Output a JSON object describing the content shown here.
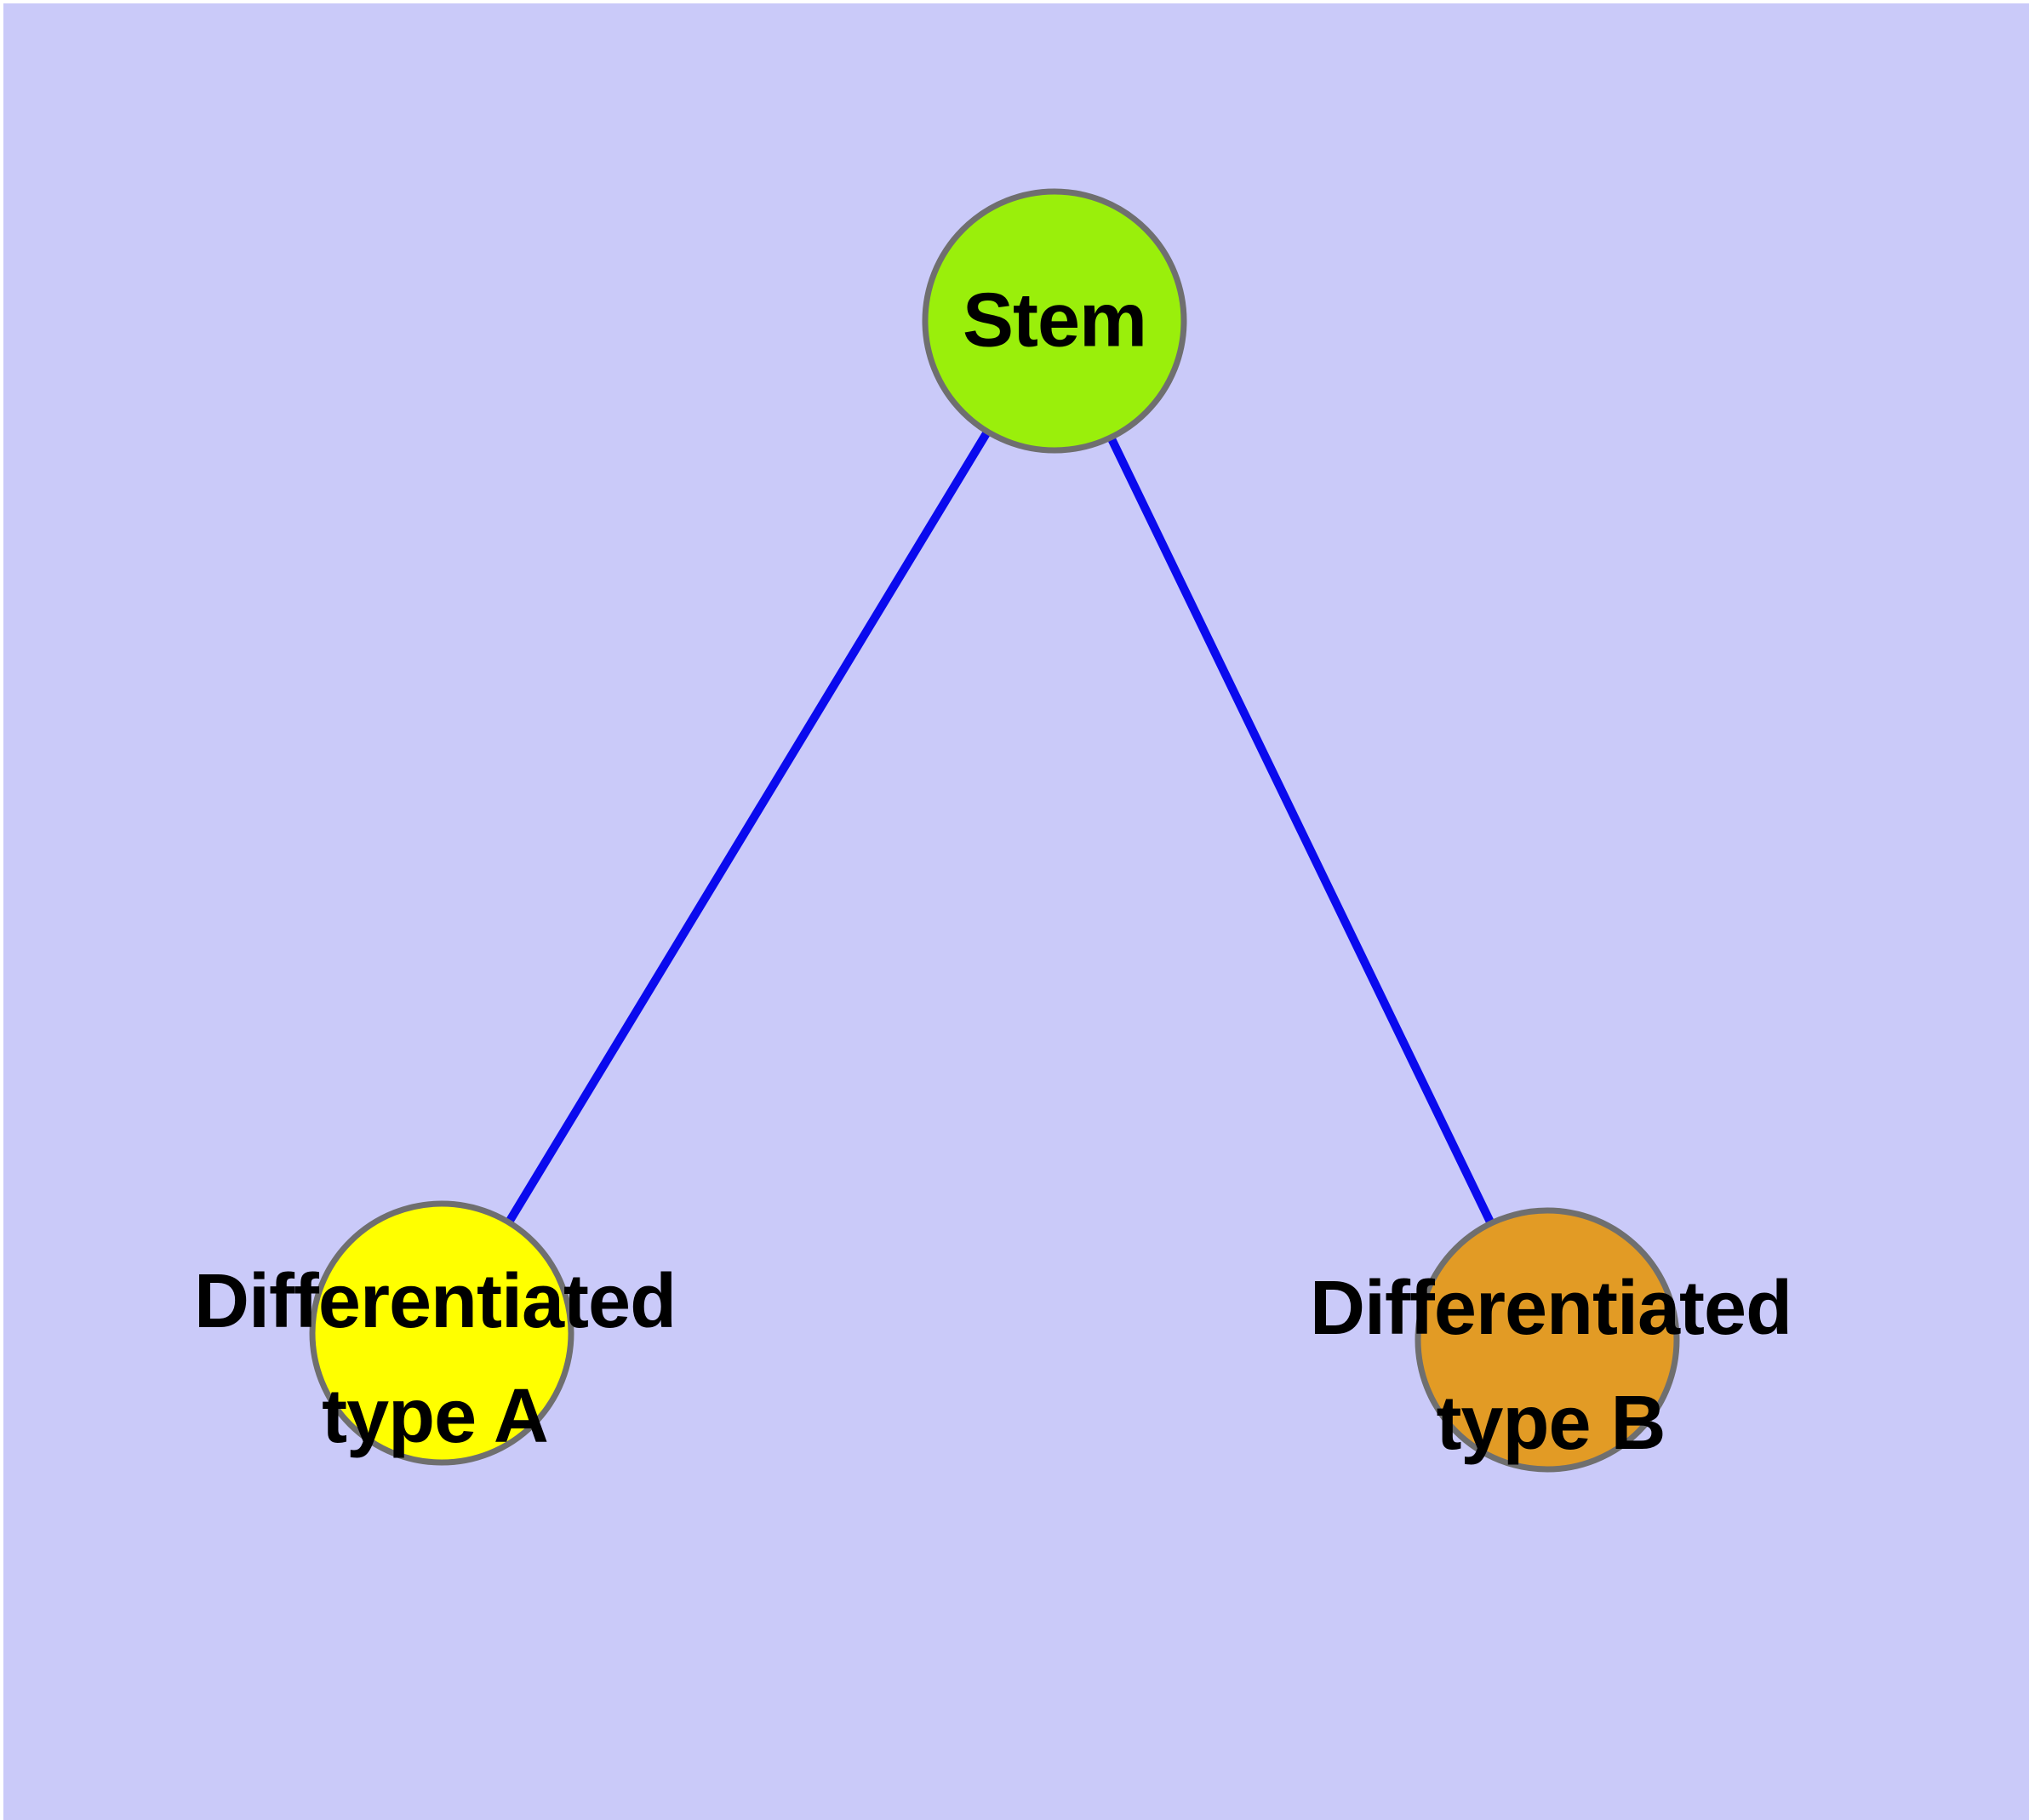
{
  "diagram": {
    "background_color": "#cacaf9",
    "margin_color": "#ffffff",
    "edge_color": "#0a0aee",
    "node_border_color": "#6f6f6f",
    "nodes": [
      {
        "id": "stem",
        "label": "Stem",
        "fill": "#9aef0b"
      },
      {
        "id": "diff-a",
        "label_line1": "Differentiated",
        "label_line2": "type A",
        "fill": "#ffff00"
      },
      {
        "id": "diff-b",
        "label_line1": "Differentiated",
        "label_line2": "type B",
        "fill": "#e29b25"
      }
    ],
    "edges": [
      {
        "from": "stem",
        "to": "diff-a"
      },
      {
        "from": "stem",
        "to": "diff-b"
      }
    ]
  }
}
